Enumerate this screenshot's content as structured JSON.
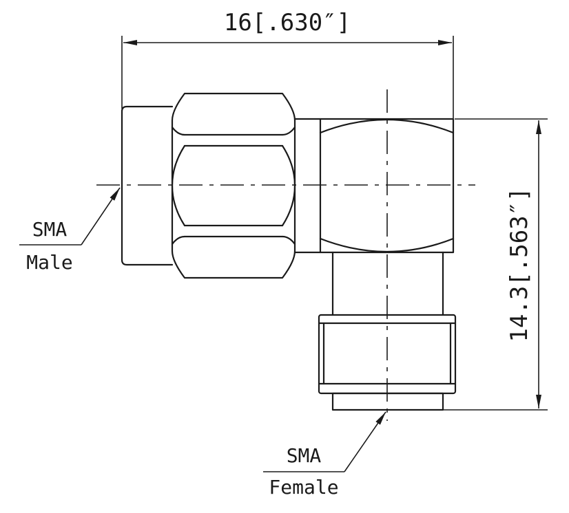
{
  "dimensions": {
    "width_label": "16[.630″]",
    "height_label": "14.3[.563″]"
  },
  "callouts": {
    "male": {
      "line1": "SMA",
      "line2": "Male"
    },
    "female": {
      "line1": "SMA",
      "line2": "Female"
    }
  }
}
